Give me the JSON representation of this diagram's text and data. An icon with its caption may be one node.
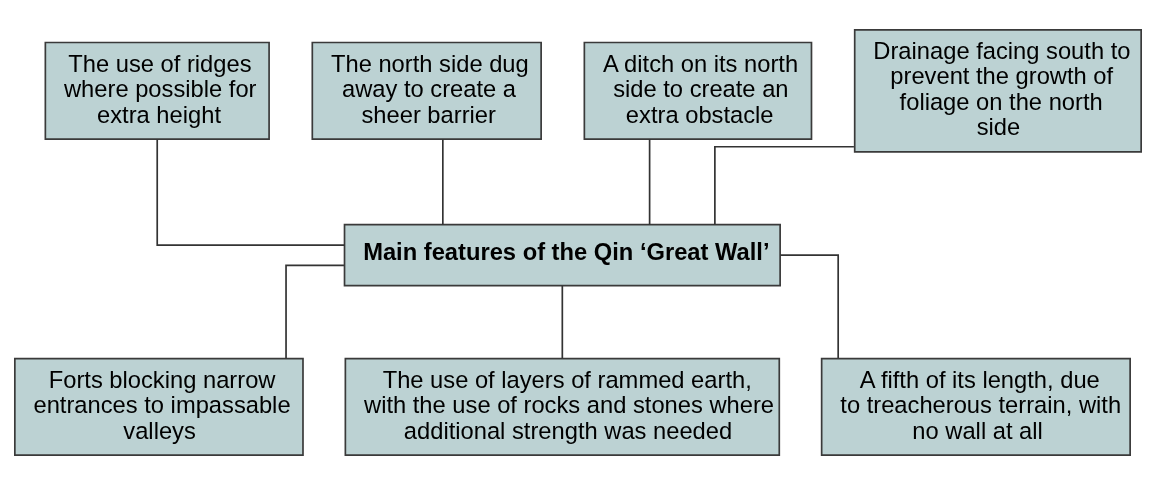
{
  "diagram": {
    "nodes": [
      {
        "text": [
          "The use of ridges where possible for extra height"
        ]
      },
      {
        "text": [
          "The north side dug away to create a sheer barrier"
        ]
      },
      {
        "text": [
          "A ditch on its north side to create an extra obstacle"
        ]
      },
      {
        "text": [
          "Drainage facing south to prevent the growth of foliage on the north side"
        ]
      },
      {
        "text": [
          "Main features of the Qin ‘Great Wall’"
        ]
      },
      {
        "text": [
          "Forts blocking narrow entrances to impassable valleys"
        ]
      },
      {
        "text": [
          "The use of layers of rammed earth, with the use of rocks and stones where additional strength was needed"
        ]
      },
      {
        "text": [
          "A fifth of its length, due to treacherous terrain, with no wall at all"
        ]
      }
    ],
    "edges": [
      {
        "from": 4,
        "to": 0,
        "arrow": "none"
      },
      {
        "from": 4,
        "to": 1,
        "arrow": "none"
      },
      {
        "from": 4,
        "to": 2,
        "arrow": "none"
      },
      {
        "from": 4,
        "to": 3,
        "arrow": "none"
      },
      {
        "from": 4,
        "to": 5,
        "arrow": "none"
      },
      {
        "from": 4,
        "to": 6,
        "arrow": "none"
      },
      {
        "from": 4,
        "to": 7,
        "arrow": "none"
      }
    ]
  }
}
